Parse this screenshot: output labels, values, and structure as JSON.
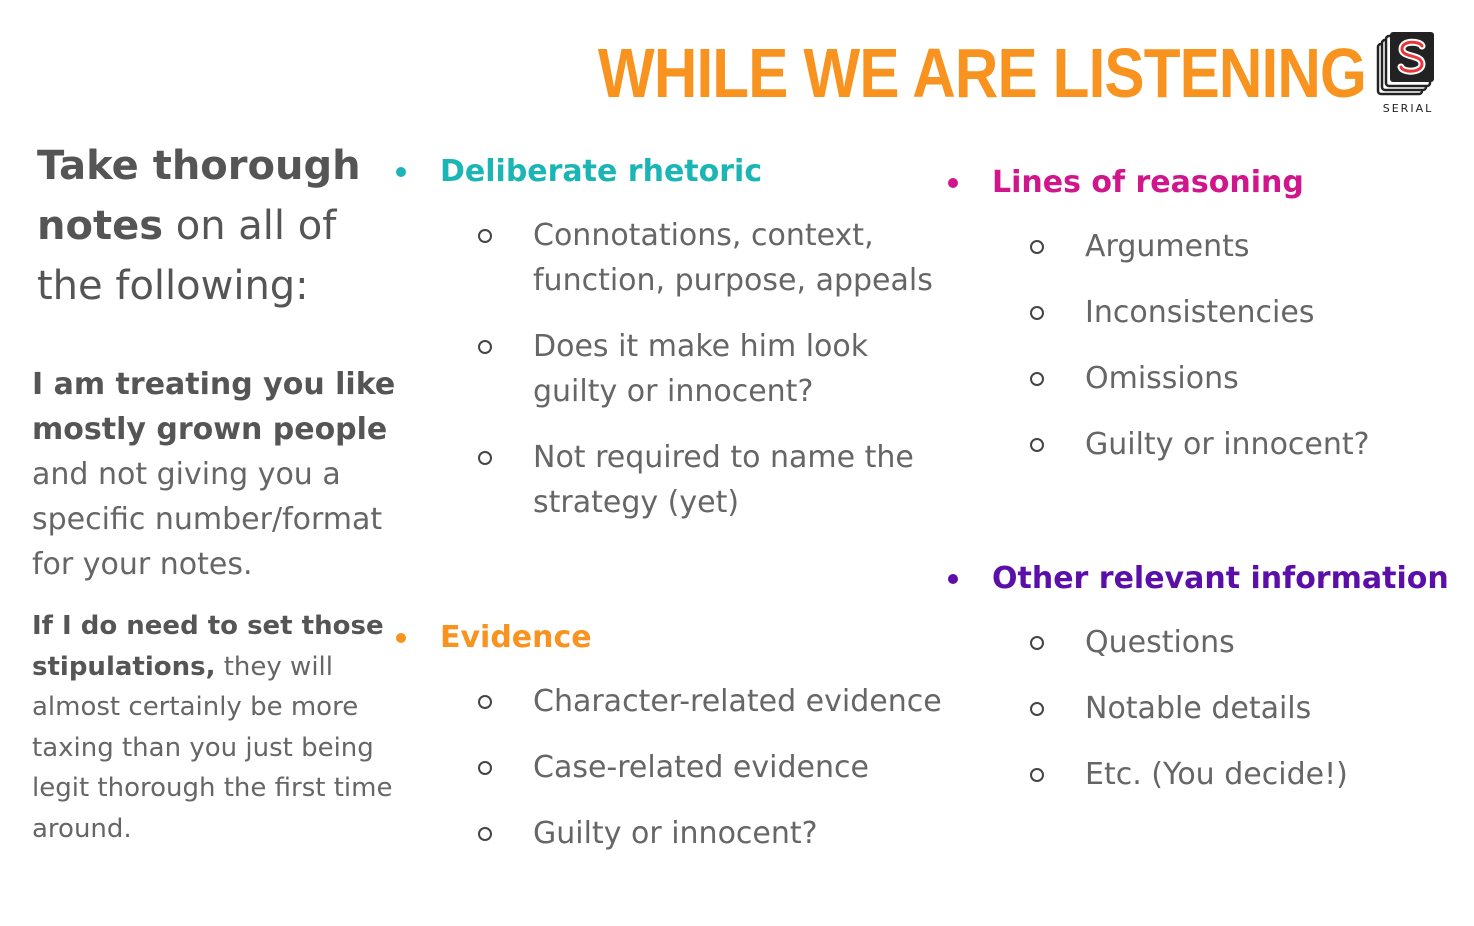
{
  "title": "WHILE WE ARE LISTENING",
  "logo": {
    "label": "SERIAL",
    "letter": "S"
  },
  "intro": {
    "bold1": "Take thorough",
    "bold2": "notes",
    "rest1": " on all of",
    "rest2": "the following:"
  },
  "paragraph1": {
    "bold": "I am treating you like mostly grown people",
    "text": " and not giving you a specific number/format for your notes."
  },
  "paragraph2": {
    "bold": "If I do need to set those stipulations,",
    "text": " they will almost certainly be more taxing than you just being legit thorough the first time around."
  },
  "sections": {
    "rhetoric": {
      "heading": "Deliberate rhetoric",
      "color": "#1bb5b5",
      "items": [
        "Connotations, context, function, purpose, appeals",
        "Does it make him look guilty or innocent?",
        "Not required to name the strategy (yet)"
      ]
    },
    "evidence": {
      "heading": "Evidence",
      "color": "#f7931e",
      "items": [
        "Character-related evidence",
        "Case-related evidence",
        "Guilty or innocent?"
      ]
    },
    "reasoning": {
      "heading": "Lines of reasoning",
      "color": "#d0168a",
      "items": [
        "Arguments",
        "Inconsistencies",
        "Omissions",
        "Guilty or innocent?"
      ]
    },
    "other": {
      "heading": "Other relevant information",
      "color": "#5b0fa8",
      "items": [
        "Questions",
        "Notable details",
        "Etc. (You decide!)"
      ]
    }
  },
  "colors": {
    "title": "#f7931e",
    "body_text": "#666666",
    "logo_red": "#e8363b"
  }
}
